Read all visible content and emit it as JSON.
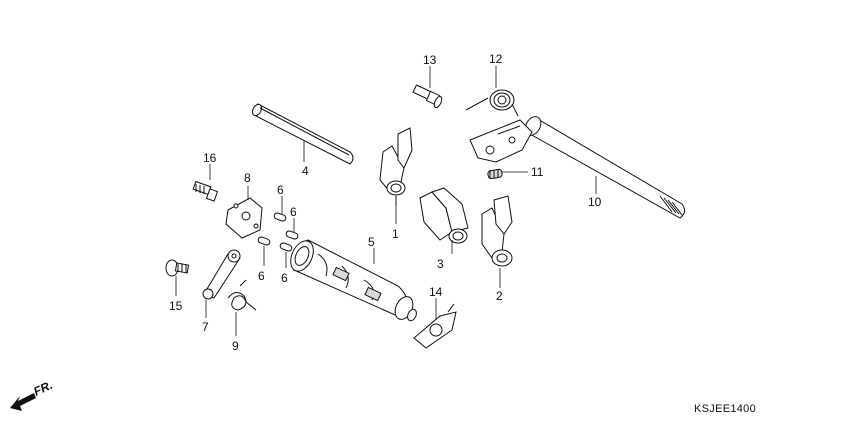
{
  "diagram": {
    "code": "KSJEE1400",
    "direction_label": "FR.",
    "callouts": [
      {
        "id": "c1",
        "label": "1"
      },
      {
        "id": "c2",
        "label": "2"
      },
      {
        "id": "c3",
        "label": "3"
      },
      {
        "id": "c4",
        "label": "4"
      },
      {
        "id": "c5",
        "label": "5"
      },
      {
        "id": "c6a",
        "label": "6"
      },
      {
        "id": "c6b",
        "label": "6"
      },
      {
        "id": "c6c",
        "label": "6"
      },
      {
        "id": "c6d",
        "label": "6"
      },
      {
        "id": "c7",
        "label": "7"
      },
      {
        "id": "c8",
        "label": "8"
      },
      {
        "id": "c9",
        "label": "9"
      },
      {
        "id": "c10",
        "label": "10"
      },
      {
        "id": "c11",
        "label": "11"
      },
      {
        "id": "c12",
        "label": "12"
      },
      {
        "id": "c13",
        "label": "13"
      },
      {
        "id": "c14",
        "label": "14"
      },
      {
        "id": "c15",
        "label": "15"
      },
      {
        "id": "c16",
        "label": "16"
      }
    ]
  }
}
